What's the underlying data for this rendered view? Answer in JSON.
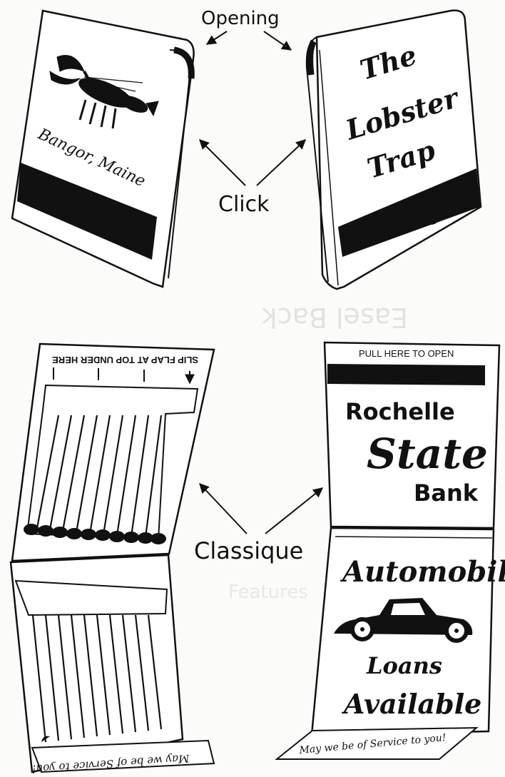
{
  "labels": {
    "opening": "Opening",
    "click": "Click",
    "classique": "Classique"
  },
  "matchbook_1": {
    "cover_text": "Bangor, Maine",
    "cover_icon": "lobster-icon"
  },
  "matchbook_2": {
    "cover_lines": [
      "The",
      "Lobster",
      "Trap"
    ]
  },
  "matchbook_3": {
    "inside_flap_text": "SLIP FLAP AT TOP UNDER HERE",
    "striker_text": "May we be of Service to you!"
  },
  "matchbook_4": {
    "top_text": "PULL HERE TO OPEN",
    "bank_lines": [
      "Rochelle",
      "State",
      "Bank"
    ],
    "ad_lines": [
      "Automobile",
      "Loans",
      "Available"
    ],
    "ad_icon": "car-icon",
    "striker_text": "May we be of Service to you!"
  },
  "ghost_text": {
    "easel_back": "Easel Back",
    "features": "Features"
  },
  "colors": {
    "ink": "#111111",
    "paper": "#fbfbf9",
    "ghost": "#e2e2e2"
  }
}
